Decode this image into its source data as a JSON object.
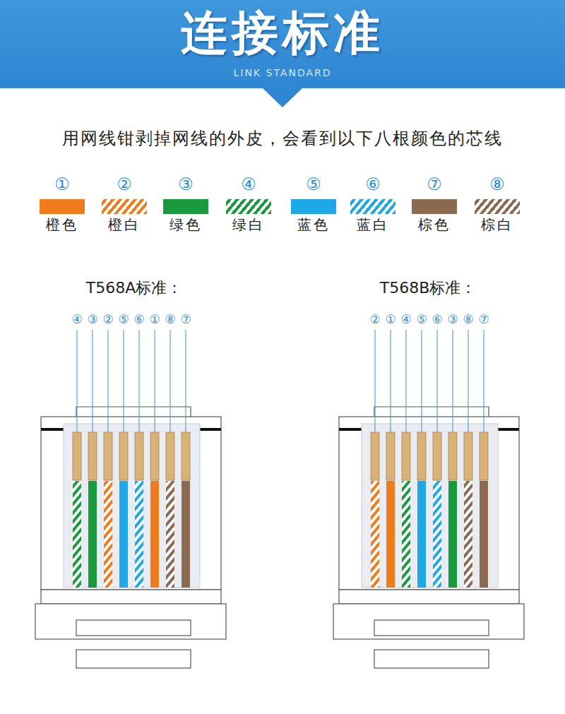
{
  "diagram": {
    "title": "连接标准",
    "labels": [
      "LINK STANDARD",
      "用网线钳剥掉网线的外皮，会看到以下八根颜色的芯线",
      "①",
      "②",
      "③",
      "④",
      "⑤",
      "⑥",
      "⑦",
      "⑧",
      "T568A标准：",
      "④",
      "③",
      "②",
      "⑤",
      "⑥",
      "①",
      "⑧",
      "⑦",
      "T568B标准：",
      "②",
      "①",
      "④",
      "⑤",
      "⑥",
      "③",
      "⑧",
      "⑦"
    ],
    "legend": [
      {
        "text": "橙色",
        "color": "#f07b1c"
      },
      {
        "text": "橙白"
      },
      {
        "text": "绿色",
        "color": "#1a9a3e"
      },
      {
        "text": "绿白"
      },
      {
        "text": "蓝色",
        "color": "#1ea8e8"
      },
      {
        "text": "蓝白"
      },
      {
        "text": "棕色",
        "color": "#8b6a4f"
      },
      {
        "text": "棕白"
      }
    ]
  }
}
